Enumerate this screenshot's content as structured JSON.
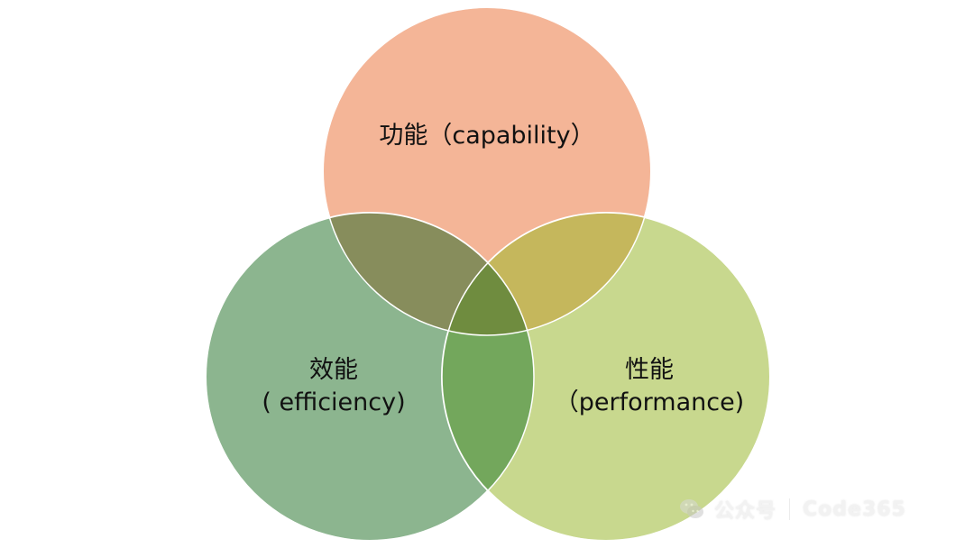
{
  "diagram": {
    "type": "venn",
    "circles": [
      {
        "id": "capability",
        "label_line1": "功能（capability）",
        "label_line2": "",
        "fill": "#f4b597"
      },
      {
        "id": "efficiency",
        "label_line1": "效能",
        "label_line2": "( efficiency)",
        "fill": "#8cb58f"
      },
      {
        "id": "performance",
        "label_line1": "性能",
        "label_line2": "（performance)",
        "fill": "#c8d88e"
      }
    ],
    "overlaps": {
      "capability_efficiency": "#878d5c",
      "capability_performance": "#c5b75c",
      "efficiency_performance": "#73a75c",
      "center": "#6f8c3f"
    }
  },
  "watermark": {
    "icon": "wechat-icon",
    "text_left": "公众号",
    "text_right": "Code365"
  }
}
